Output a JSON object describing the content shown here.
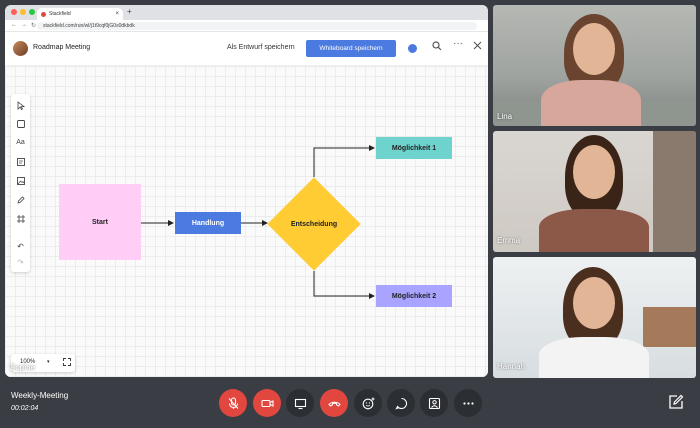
{
  "browser": {
    "tab_title": "Stackfield",
    "url": "stackfield.com/run/wl/j1t9cqf0jG0s0dkbdk"
  },
  "app": {
    "meeting_title": "Roadmap Meeting",
    "draft_label": "Als Entwurf speichern",
    "save_whiteboard_label": "Whiteboard speichern",
    "accent_color": "#4b7be0"
  },
  "toolbar": {
    "text_tool_label": "Aa"
  },
  "diagram": {
    "nodes": [
      {
        "id": "start",
        "label": "Start",
        "color": "#ffcdf6"
      },
      {
        "id": "handlung",
        "label": "Handlung",
        "color": "#4b7be0"
      },
      {
        "id": "entscheidung",
        "label": "Entscheidung",
        "color": "#ffcc33"
      },
      {
        "id": "moeglichkeit1",
        "label": "Möglichkeit 1",
        "color": "#6fd3cd"
      },
      {
        "id": "moeglichkeit2",
        "label": "Möglichkeit 2",
        "color": "#a8a4ff"
      }
    ]
  },
  "zoom": {
    "level": "100%"
  },
  "participants": [
    {
      "name": "Sophie"
    },
    {
      "name": "Lina"
    },
    {
      "name": "Emma"
    },
    {
      "name": "Hannah"
    }
  ],
  "meeting": {
    "name": "Weekly-Meeting",
    "elapsed": "00:02:04"
  },
  "controls": [
    {
      "name": "mute-mic-button",
      "color": "#e2473f"
    },
    {
      "name": "camera-off-button",
      "color": "#e2473f"
    },
    {
      "name": "screen-share-button",
      "color": "#2b2e33"
    },
    {
      "name": "hang-up-button",
      "color": "#e2473f"
    },
    {
      "name": "reactions-button",
      "color": "#2b2e33"
    },
    {
      "name": "chat-button",
      "color": "#2b2e33"
    },
    {
      "name": "participants-button",
      "color": "#2b2e33"
    },
    {
      "name": "more-options-button",
      "color": "#2b2e33"
    }
  ]
}
